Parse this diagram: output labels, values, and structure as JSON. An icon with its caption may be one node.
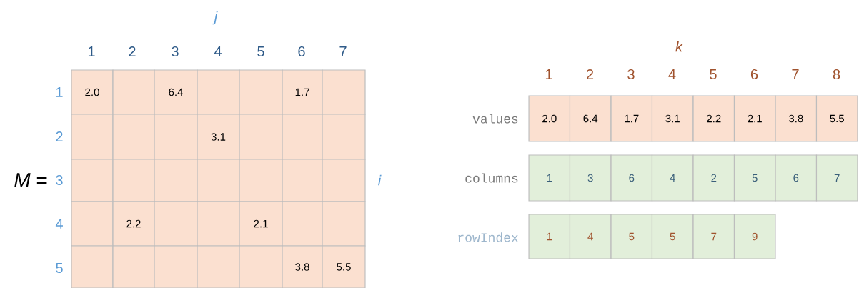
{
  "diagram": {
    "nodes": [
      {
        "text": [
          "2.0"
        ]
      },
      {
        "text": [],
        "shape": "box"
      },
      {
        "text": [
          "6.4"
        ]
      },
      {
        "text": [],
        "shape": "box"
      },
      {
        "text": [],
        "shape": "box"
      },
      {
        "text": [
          "1.7"
        ]
      },
      {
        "text": [],
        "shape": "box"
      },
      {
        "text": [],
        "shape": "box"
      },
      {
        "text": [],
        "shape": "box"
      },
      {
        "text": [],
        "shape": "box"
      },
      {
        "text": [
          "3.1"
        ]
      },
      {
        "text": [],
        "shape": "box"
      },
      {
        "text": [],
        "shape": "box"
      },
      {
        "text": [],
        "shape": "box"
      },
      {
        "text": [],
        "shape": "box"
      },
      {
        "text": [],
        "shape": "box"
      },
      {
        "text": [],
        "shape": "box"
      },
      {
        "text": [],
        "shape": "box"
      },
      {
        "text": [],
        "shape": "box"
      },
      {
        "text": [],
        "shape": "box"
      },
      {
        "text": [],
        "shape": "box"
      },
      {
        "text": [],
        "shape": "box"
      },
      {
        "text": [
          "2.2"
        ]
      },
      {
        "text": [],
        "shape": "box"
      },
      {
        "text": [],
        "shape": "box"
      },
      {
        "text": [
          "2.1"
        ]
      },
      {
        "text": [],
        "shape": "box"
      },
      {
        "text": [],
        "shape": "box"
      },
      {
        "text": [],
        "shape": "box"
      },
      {
        "text": [],
        "shape": "box"
      },
      {
        "text": [],
        "shape": "box"
      },
      {
        "text": [],
        "shape": "box"
      },
      {
        "text": [],
        "shape": "box"
      },
      {
        "text": [
          "3.8"
        ]
      },
      {
        "text": [
          "5.5"
        ]
      },
      {
        "text": [
          "2.0"
        ]
      },
      {
        "text": [
          "6.4"
        ]
      },
      {
        "text": [
          "1.7"
        ]
      },
      {
        "text": [
          "3.1"
        ]
      },
      {
        "text": [
          "2.2"
        ]
      },
      {
        "text": [
          "2.1"
        ]
      },
      {
        "text": [
          "3.8"
        ]
      },
      {
        "text": [
          "5.5"
        ]
      },
      {
        "text": [
          "1"
        ]
      },
      {
        "text": [
          "3"
        ]
      },
      {
        "text": [
          "6"
        ]
      },
      {
        "text": [
          "4"
        ]
      },
      {
        "text": [
          "2"
        ]
      },
      {
        "text": [
          "5"
        ]
      },
      {
        "text": [
          "6"
        ]
      },
      {
        "text": [
          "7"
        ]
      },
      {
        "text": [
          "1"
        ]
      },
      {
        "text": [
          "4"
        ]
      },
      {
        "text": [
          "5"
        ]
      },
      {
        "text": [
          "5"
        ]
      },
      {
        "text": [
          "7"
        ]
      },
      {
        "text": [
          "9"
        ]
      }
    ],
    "labels": [
      "j",
      "1",
      "2",
      "3",
      "4",
      "5",
      "6",
      "7",
      "k",
      "1",
      "2",
      "3",
      "4",
      "5",
      "6",
      "7",
      "8",
      "1",
      "values",
      "2",
      "*M* =",
      "3",
      "i",
      "columns",
      "4",
      "rowIndex",
      "5"
    ]
  }
}
